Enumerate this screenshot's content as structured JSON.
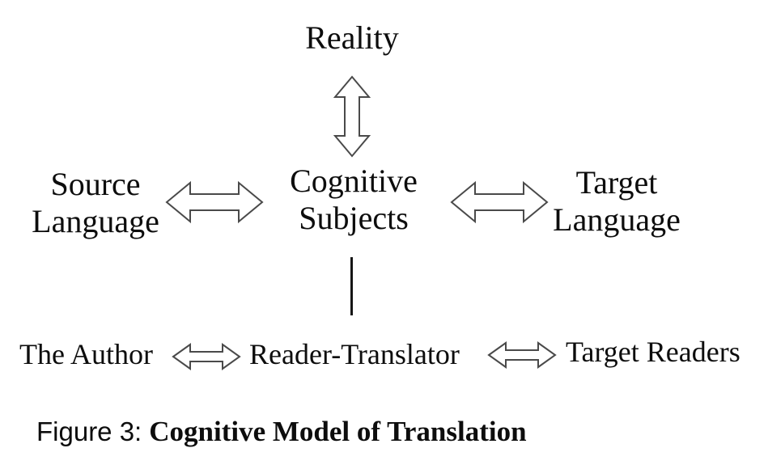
{
  "diagram": {
    "top_node": "Reality",
    "middle_row": {
      "left": {
        "line1": "Source",
        "line2": "Language"
      },
      "center": {
        "line1": "Cognitive",
        "line2": "Subjects"
      },
      "right": {
        "line1": "Target",
        "line2": "Language"
      }
    },
    "bottom_row": {
      "left": "The Author",
      "center": "Reader-Translator",
      "right": "Target Readers"
    },
    "colors": {
      "arrow_outline": "#4a4a4a",
      "arrow_fill": "#ffffff",
      "connector_line": "#161616",
      "text": "#0d0d0d",
      "background": "#ffffff"
    }
  },
  "caption": {
    "label": "Figure 3:",
    "title": "Cognitive Model of Translation"
  }
}
